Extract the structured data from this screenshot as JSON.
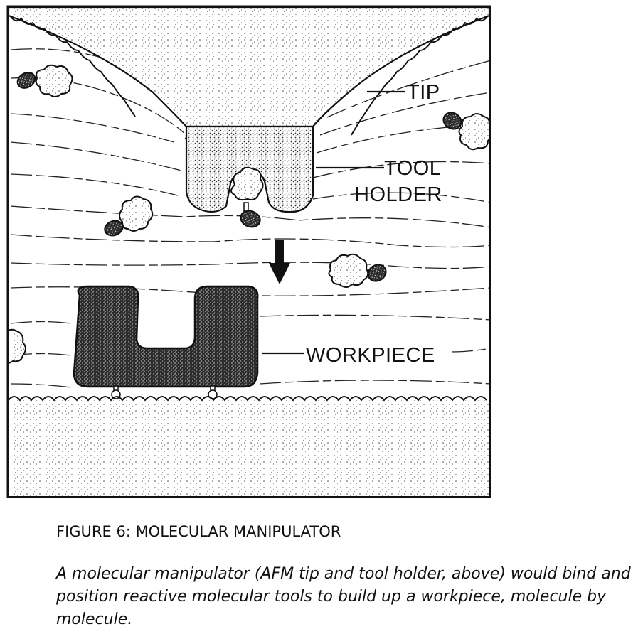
{
  "labels": {
    "tip": "TIP",
    "tool": "TOOL",
    "holder": "HOLDER",
    "workpiece": "WORKPIECE"
  },
  "caption": {
    "title": "FIGURE 6: MOLECULAR MANIPULATOR",
    "body": "A molecular manipulator (AFM tip and tool holder, above) would bind and position reactive molecular tools to build up a workpiece, molecule by molecule."
  },
  "colors": {
    "ink": "#111111",
    "stipple_light": "#f4f4f4",
    "stipple_dark": "#3a3a3a"
  }
}
